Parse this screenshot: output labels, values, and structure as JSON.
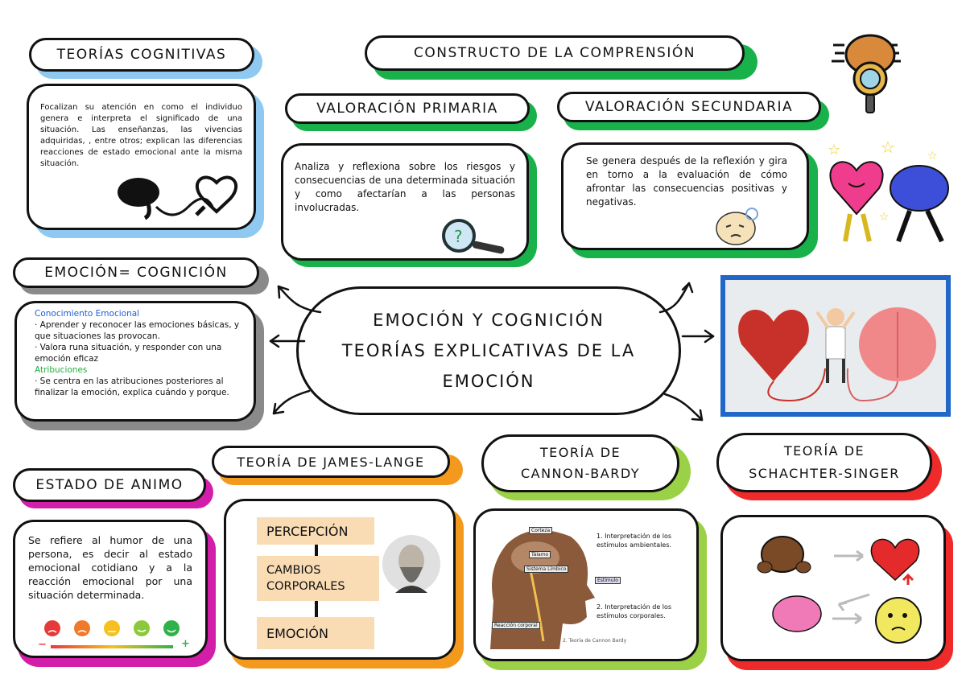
{
  "colors": {
    "blue": "#8fc9f2",
    "green": "#18b14a",
    "grey": "#8a8a8a",
    "magenta": "#d21ea8",
    "orange": "#f39a1e",
    "lime": "#9bd146",
    "red": "#ee2a2a"
  },
  "teorias_cognitivas": {
    "title": "TEORÍAS COGNITIVAS",
    "text": "Focalizan  su atención en como el individuo genera e interpreta el significado de una situación. Las enseñanzas, las vivencias adquiridas, , entre otros; explican las diferencias reacciones de estado emocional ante la misma situación."
  },
  "constructo": {
    "title": "CONSTRUCTO DE LA COMPRENSIÓN"
  },
  "valoracion_primaria": {
    "title": "VALORACIÓN PRIMARIA",
    "text": "Analiza y reflexiona sobre los riesgos y consecuencias de una determinada situación y como afectarían a las personas involucradas."
  },
  "valoracion_secundaria": {
    "title": "VALORACIÓN SECUNDARIA",
    "text": "Se genera después de la reflexión y gira en torno a la evaluación de cómo afrontar las consecuencias positivas y negativas."
  },
  "emocion_cognicion": {
    "title": "EMOCIÓN= COGNICIÓN",
    "heading1": "Conocimiento Emocional",
    "item1": "· Aprender y reconocer las emociones básicas, y que situaciones las provocan.",
    "item2": "· Valora runa situación, y responder con una emoción eficaz",
    "heading2": "Atribuciones",
    "item3": "· Se centra en las atribuciones posteriores al finalizar la emoción, explica cuándo y porque."
  },
  "center": {
    "line1": "EMOCIÓN Y COGNICIÓN",
    "line2": "TEORÍAS EXPLICATIVAS DE LA",
    "line3": "EMOCIÓN"
  },
  "estado_animo": {
    "title": "ESTADO DE ANIMO",
    "text": "Se refiere al humor de una persona, es decir al estado emocional cotidiano y a la reacción emocional por una situación determinada.",
    "minus": "−",
    "plus": "+"
  },
  "james_lange": {
    "title": "TEORÍA DE JAMES-LANGE",
    "step1": "PERCEPCIÓN",
    "step2": "CAMBIOS CORPORALES",
    "step3": "EMOCIÓN"
  },
  "cannon_bardy": {
    "title_line1": "TEORÍA DE",
    "title_line2": "CANNON-BARDY",
    "label_corteza": "Corteza",
    "label_talamo": "Tálamo",
    "label_limbico": "Sistema Límbico",
    "label_estimulo": "Estímulo",
    "label_reaccion": "Reacción corporal",
    "note1": "1. Interpretación de los estímulos ambientales.",
    "note2": "2. Interpretación de los estímulos corporales.",
    "caption": "2. Teoría de Cannon Bardy"
  },
  "schachter": {
    "title_line1": "TEORÍA DE",
    "title_line2": "SCHACHTER-SINGER"
  }
}
